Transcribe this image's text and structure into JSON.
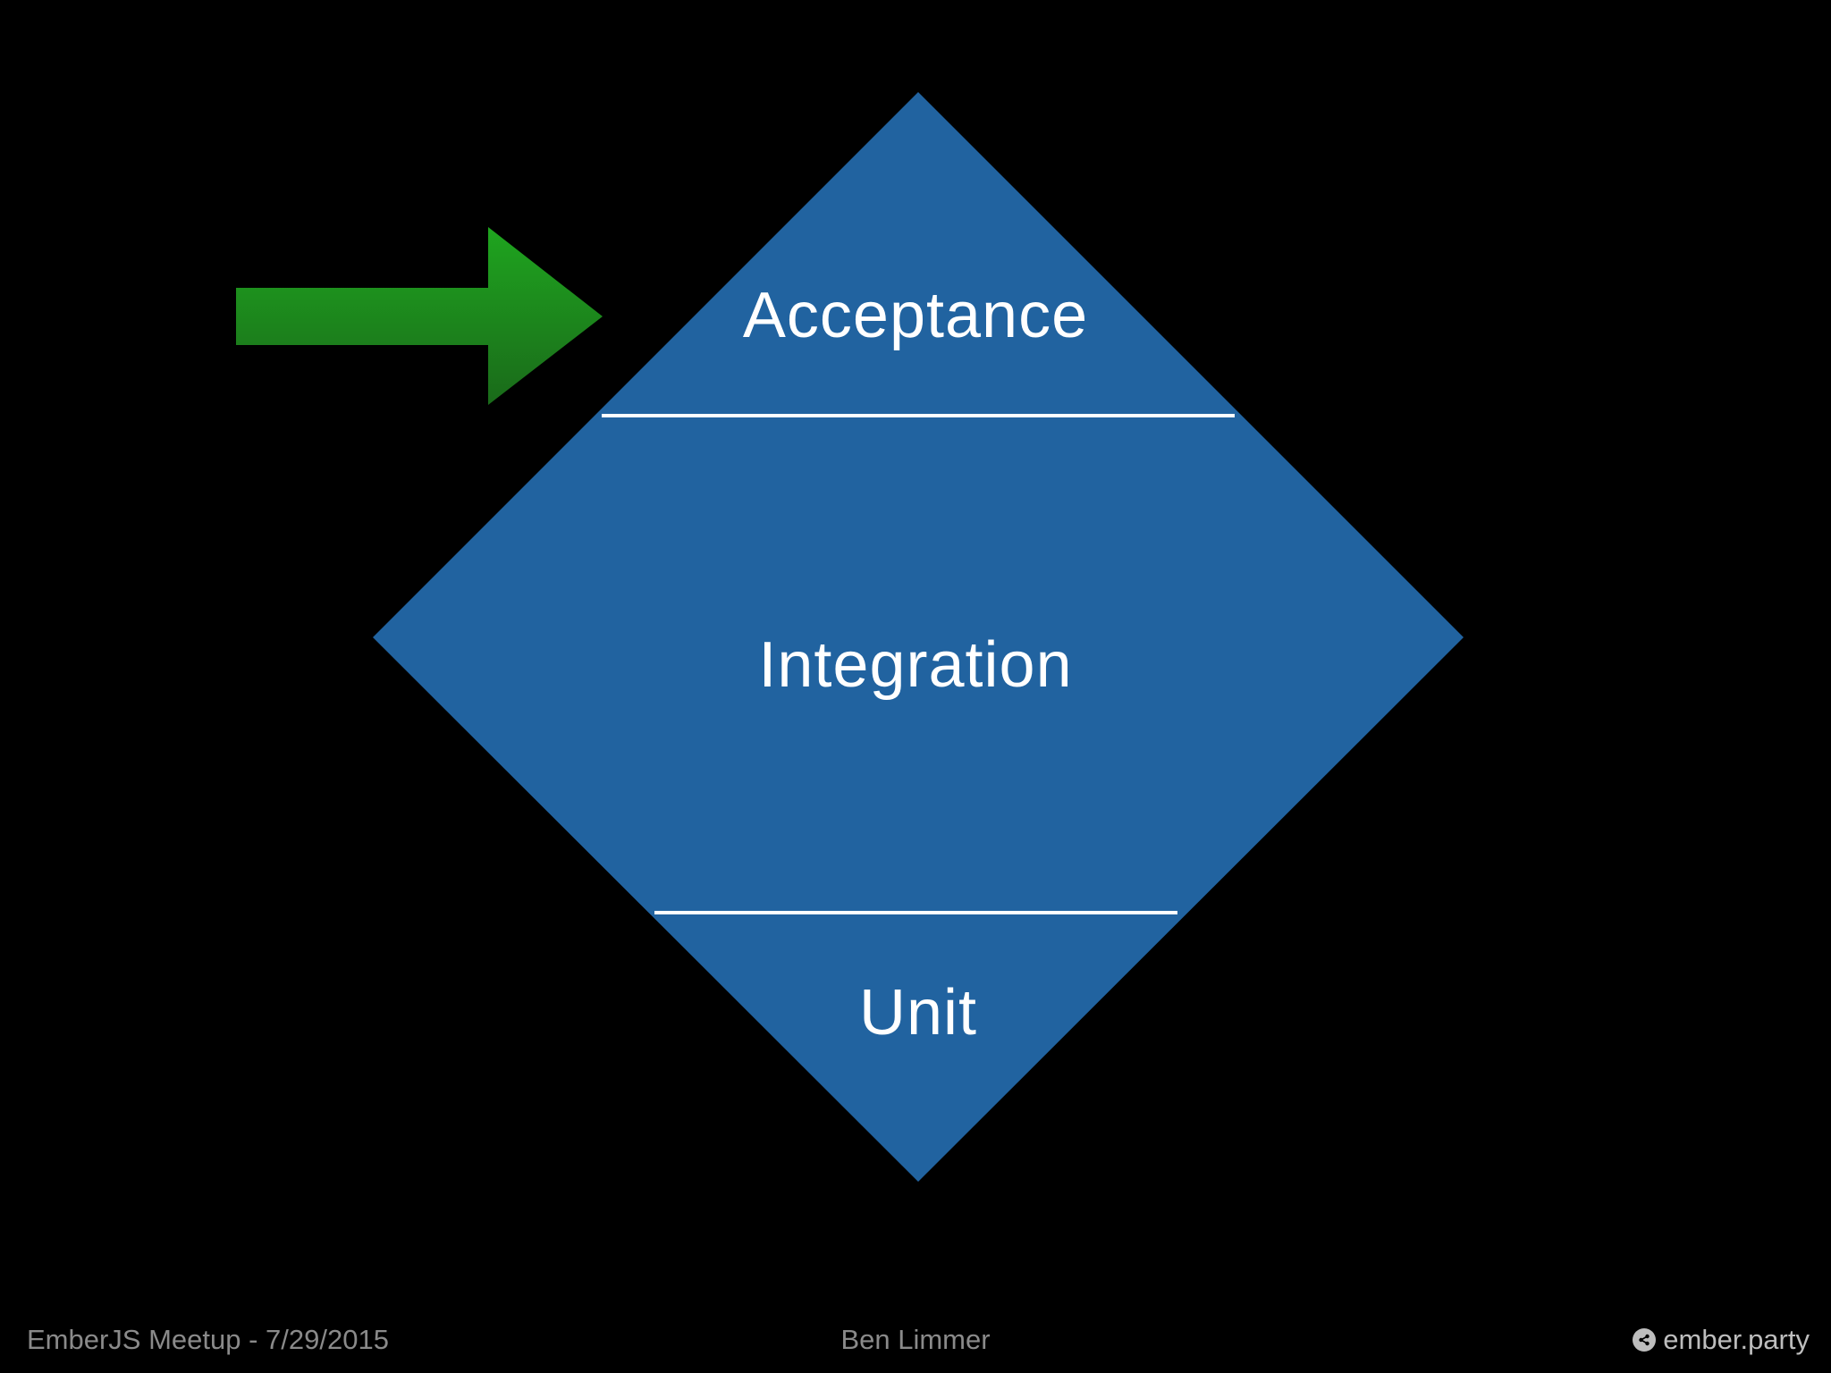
{
  "diagram": {
    "layers": [
      {
        "id": "acceptance",
        "label": "Acceptance"
      },
      {
        "id": "integration",
        "label": "Integration"
      },
      {
        "id": "unit",
        "label": "Unit"
      }
    ],
    "highlighted_layer": "acceptance",
    "colors": {
      "diamond_fill": "#2163a0",
      "divider": "#ffffff",
      "arrow_top": "#1fa51f",
      "arrow_bottom": "#1a6a1a",
      "background": "#000000"
    }
  },
  "footer": {
    "left": "EmberJS Meetup - 7/29/2015",
    "center": "Ben Limmer",
    "right": "ember.party",
    "right_icon": "share-icon"
  }
}
